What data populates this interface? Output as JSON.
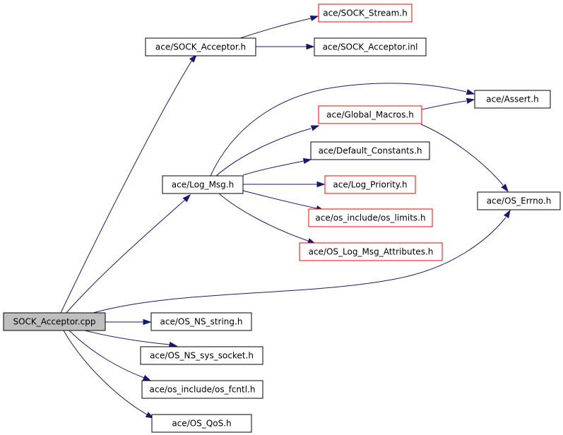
{
  "colors": {
    "root_fill": "#bfbfbf",
    "node_fill": "#ffffff",
    "border_normal": "#000000",
    "border_truncated": "#ff0000",
    "edge": "#191970"
  },
  "nodes": [
    {
      "id": "sock_acceptor_cpp",
      "label": "SOCK_Acceptor.cpp",
      "border": "normal",
      "root": true
    },
    {
      "id": "sock_acceptor_h",
      "label": "ace/SOCK_Acceptor.h",
      "border": "normal"
    },
    {
      "id": "sock_stream_h",
      "label": "ace/SOCK_Stream.h",
      "border": "truncated"
    },
    {
      "id": "sock_acceptor_inl",
      "label": "ace/SOCK_Acceptor.inl",
      "border": "normal"
    },
    {
      "id": "assert_h",
      "label": "ace/Assert.h",
      "border": "normal"
    },
    {
      "id": "global_macros_h",
      "label": "ace/Global_Macros.h",
      "border": "truncated"
    },
    {
      "id": "default_constants_h",
      "label": "ace/Default_Constants.h",
      "border": "normal"
    },
    {
      "id": "log_msg_h",
      "label": "ace/Log_Msg.h",
      "border": "normal"
    },
    {
      "id": "log_priority_h",
      "label": "ace/Log_Priority.h",
      "border": "truncated"
    },
    {
      "id": "os_errno_h",
      "label": "ace/OS_Errno.h",
      "border": "normal"
    },
    {
      "id": "os_limits_h",
      "label": "ace/os_include/os_limits.h",
      "border": "truncated"
    },
    {
      "id": "os_log_msg_attributes_h",
      "label": "ace/OS_Log_Msg_Attributes.h",
      "border": "truncated"
    },
    {
      "id": "os_ns_string_h",
      "label": "ace/OS_NS_string.h",
      "border": "normal"
    },
    {
      "id": "os_ns_sys_socket_h",
      "label": "ace/OS_NS_sys_socket.h",
      "border": "normal"
    },
    {
      "id": "os_fcntl_h",
      "label": "ace/os_include/os_fcntl.h",
      "border": "normal"
    },
    {
      "id": "os_qos_h",
      "label": "ace/OS_QoS.h",
      "border": "normal"
    }
  ],
  "edges": [
    {
      "from": "sock_acceptor_cpp",
      "to": "sock_acceptor_h"
    },
    {
      "from": "sock_acceptor_h",
      "to": "sock_stream_h"
    },
    {
      "from": "sock_acceptor_h",
      "to": "sock_acceptor_inl"
    },
    {
      "from": "sock_acceptor_cpp",
      "to": "log_msg_h"
    },
    {
      "from": "log_msg_h",
      "to": "assert_h"
    },
    {
      "from": "log_msg_h",
      "to": "global_macros_h"
    },
    {
      "from": "global_macros_h",
      "to": "assert_h"
    },
    {
      "from": "global_macros_h",
      "to": "os_errno_h"
    },
    {
      "from": "log_msg_h",
      "to": "default_constants_h"
    },
    {
      "from": "log_msg_h",
      "to": "log_priority_h"
    },
    {
      "from": "log_msg_h",
      "to": "os_limits_h"
    },
    {
      "from": "log_msg_h",
      "to": "os_log_msg_attributes_h"
    },
    {
      "from": "sock_acceptor_cpp",
      "to": "os_errno_h"
    },
    {
      "from": "sock_acceptor_cpp",
      "to": "os_ns_string_h"
    },
    {
      "from": "sock_acceptor_cpp",
      "to": "os_ns_sys_socket_h"
    },
    {
      "from": "sock_acceptor_cpp",
      "to": "os_fcntl_h"
    },
    {
      "from": "sock_acceptor_cpp",
      "to": "os_qos_h"
    }
  ]
}
